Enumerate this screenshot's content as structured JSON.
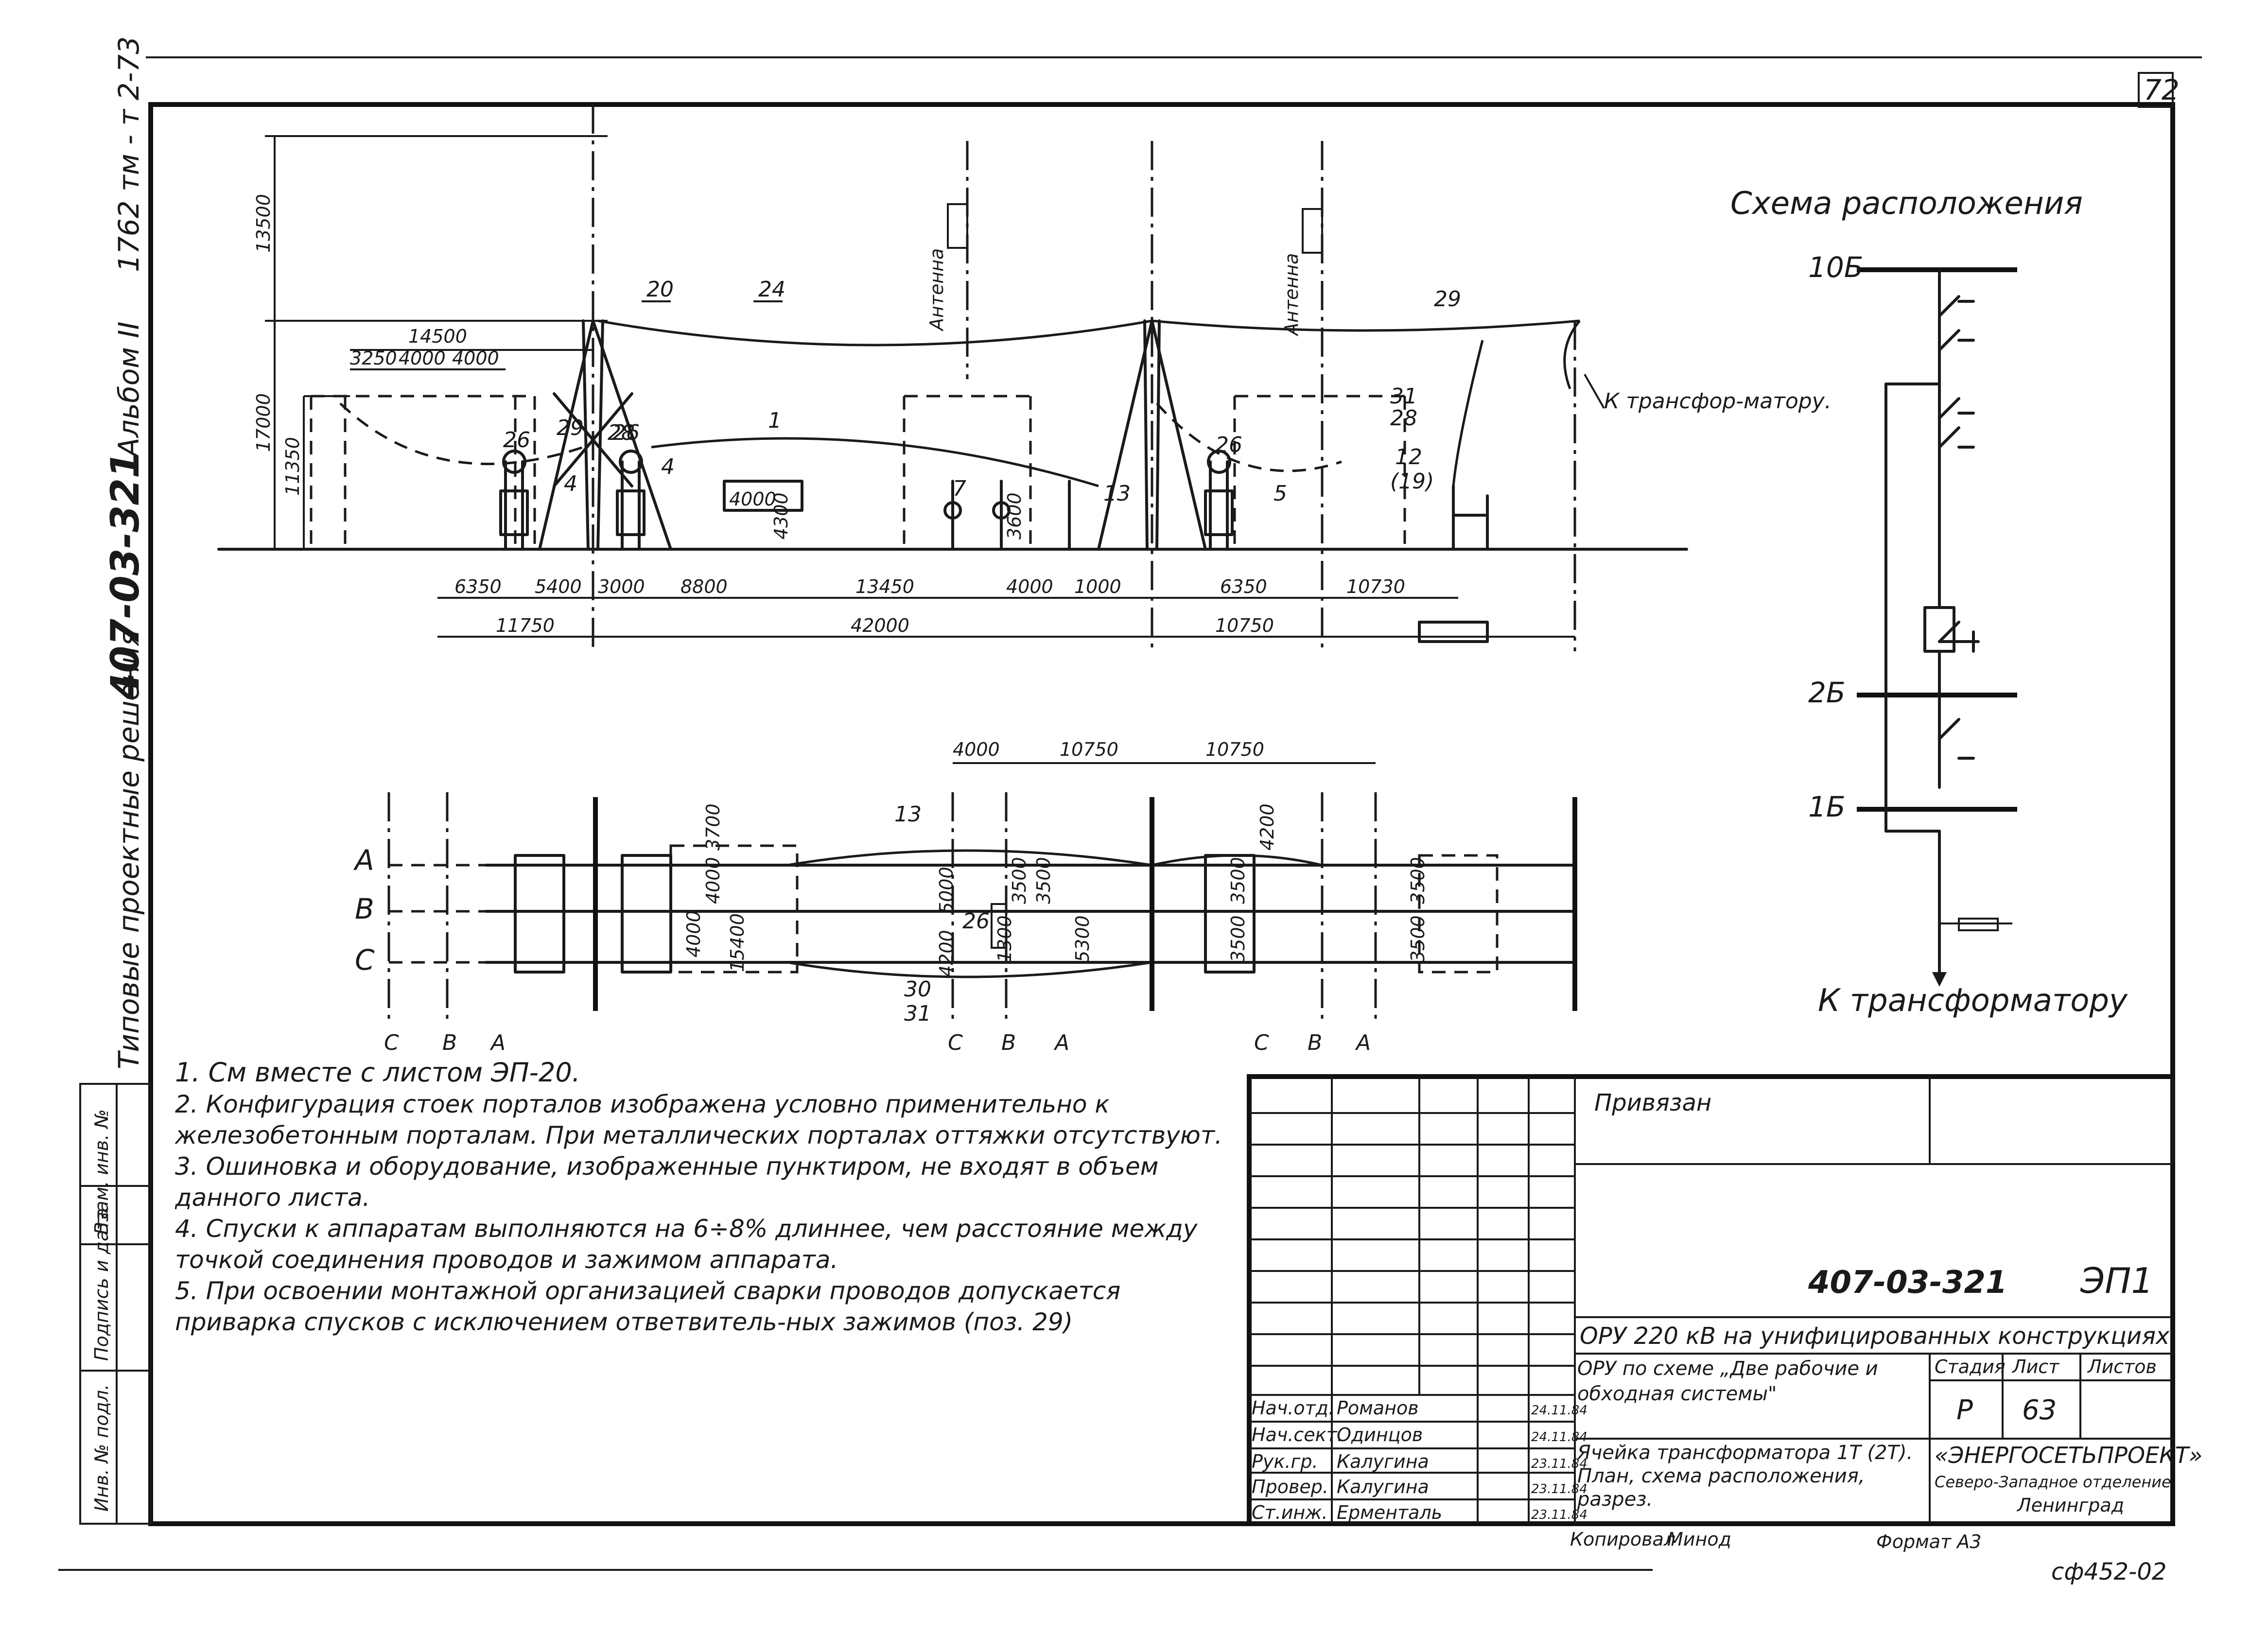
{
  "sheet": {
    "page_number": "72",
    "corner_code": "1762 тм - т 2-73",
    "side_title_prefix": "Типовые проектные решения",
    "side_title_code": "407-03-321",
    "side_title_album": "Альбом II",
    "copy_by": "Копировал",
    "copier": "Минод",
    "format": "Формат А3",
    "stamp_code": "сф452-02"
  },
  "side_columns": [
    "Инв. № подл.",
    "Подпись и дата",
    "Взам. инв. №"
  ],
  "elevation": {
    "dims_vertical": [
      "13500",
      "17000",
      "11350"
    ],
    "dims_top": [
      "14500",
      "3250",
      "4000",
      "4000"
    ],
    "dims_inner": [
      "4000",
      "4300",
      "3600"
    ],
    "dims_bottom_row1": [
      "6350",
      "5400",
      "3000",
      "8800",
      "13450",
      "4000",
      "1000",
      "6350",
      "10730"
    ],
    "dims_bottom_row2": [
      "11750",
      "42000",
      "10750"
    ],
    "positions": [
      "20",
      "24",
      "1",
      "29",
      "26",
      "4",
      "28",
      "26",
      "4",
      "7",
      "13",
      "26",
      "5",
      "29",
      "31",
      "28",
      "12",
      "(19)"
    ],
    "antenna_labels": [
      "Антенна",
      "Антенна"
    ],
    "to_transformer": "К трансфор-матору."
  },
  "plan": {
    "dims_top": [
      "4000",
      "10750",
      "10750"
    ],
    "phases": [
      "A",
      "B",
      "C"
    ],
    "phase_bottom": [
      "C",
      "B",
      "A",
      "C",
      "B",
      "A",
      "C",
      "B",
      "A"
    ],
    "dims_inner": [
      "3700",
      "4000",
      "4000",
      "15400",
      "5000",
      "4200",
      "3500",
      "3500",
      "1300",
      "5300",
      "3500",
      "3500",
      "3500",
      "3500",
      "4200"
    ],
    "positions": [
      "13",
      "26",
      "30",
      "31"
    ]
  },
  "scheme": {
    "title": "Схема расположения",
    "buses": [
      "10Б",
      "2Б",
      "1Б"
    ],
    "bottom_label": "К трансформатору"
  },
  "notes": [
    "1. См вместе с листом ЭП-20.",
    "2. Конфигурация стоек порталов изображена условно применительно к железобетонным порталам. При металлических порталах оттяжки отсутствуют.",
    "3. Ошиновка и оборудование, изображенные пунктиром, не входят в объем данного листа.",
    "4. Спуски к аппаратам выполняются на 6÷8% длиннее, чем расстояние между точкой соединения проводов и зажимом аппарата.",
    "5. При освоении монтажной организацией сварки проводов допускается приварка спусков с исключением ответвитель-ных зажимов (поз. 29)"
  ],
  "title_block": {
    "privyazan": "Привязан",
    "doc_code": "407-03-321",
    "sheet_mark": "ЭП1",
    "project": "ОРУ 220 кВ на унифицированных конструкциях",
    "scheme_title": "ОРУ по схеме „Две рабочие и обходная системы\"",
    "stage_header": "Стадия",
    "sheet_header": "Лист",
    "sheets_header": "Листов",
    "stage": "Р",
    "sheet": "63",
    "drawing_title": "Ячейка трансформатора 1Т (2Т). План, схема расположения, разрез.",
    "org": "«ЭНЕРГОСЕТЬПРОЕКТ»",
    "org_branch": "Северо-Западное отделение",
    "org_city": "Ленинград",
    "signatures": [
      {
        "role": "Нач.отд.",
        "name": "Романов",
        "date": "24.11.84"
      },
      {
        "role": "Нач.сект.",
        "name": "Одинцов",
        "date": "24.11.84"
      },
      {
        "role": "Рук.гр.",
        "name": "Калугина",
        "date": "23.11.84"
      },
      {
        "role": "Провер.",
        "name": "Калугина",
        "date": "23.11.84"
      },
      {
        "role": "Ст.инж.",
        "name": "Ерменталь",
        "date": "23.11.84"
      }
    ]
  }
}
